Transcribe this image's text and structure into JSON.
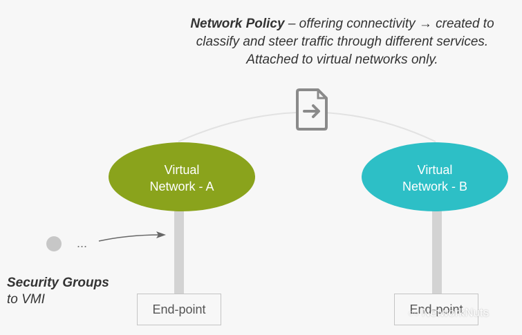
{
  "caption": {
    "policy_name": "Network Policy",
    "line1_rest": " – offering connectivity → created to",
    "line2": "classify and steer traffic through different services.",
    "line3": "Attached to virtual networks only."
  },
  "networks": {
    "a": {
      "line1": "Virtual",
      "line2": "Network - A",
      "color": "#8aa31c"
    },
    "b": {
      "line1": "Virtual",
      "line2": "Network - B",
      "color": "#2dbfc6"
    }
  },
  "endpoints": {
    "a_label": "End-point",
    "b_label": "End-point"
  },
  "vmi": {
    "ellipsis": "..."
  },
  "security_groups": {
    "title": "Security Groups",
    "subtitle": "to VMI"
  },
  "watermark": {
    "text": "NetworkNuts",
    "icon": "wechat-icon"
  },
  "colors": {
    "stem": "#d3d3d3",
    "policy_icon": "#8a8a8a",
    "arc": "#e2e2e2"
  }
}
